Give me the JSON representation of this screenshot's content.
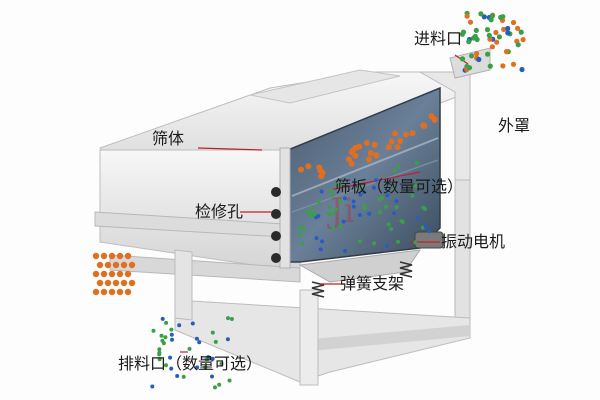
{
  "labels": {
    "feed_inlet": "进料口",
    "outer_cover": "外罩",
    "screen_body": "筛体",
    "screen_plate": "筛板（数量可选）",
    "inspection_hole": "检修孔",
    "vibration_motor": "振动电机",
    "spring_support": "弹簧支架",
    "discharge_outlet": "排料口（数量可选）"
  },
  "colors": {
    "frame": "#eeeeee",
    "frame_shadow": "#c9c9c9",
    "screen_box": "#5a6f86",
    "leader_line": "#c0202a",
    "particle_orange": "#e07020",
    "particle_green": "#3aa048",
    "particle_blue": "#2a5cc0",
    "watermark": "#c0202a"
  }
}
